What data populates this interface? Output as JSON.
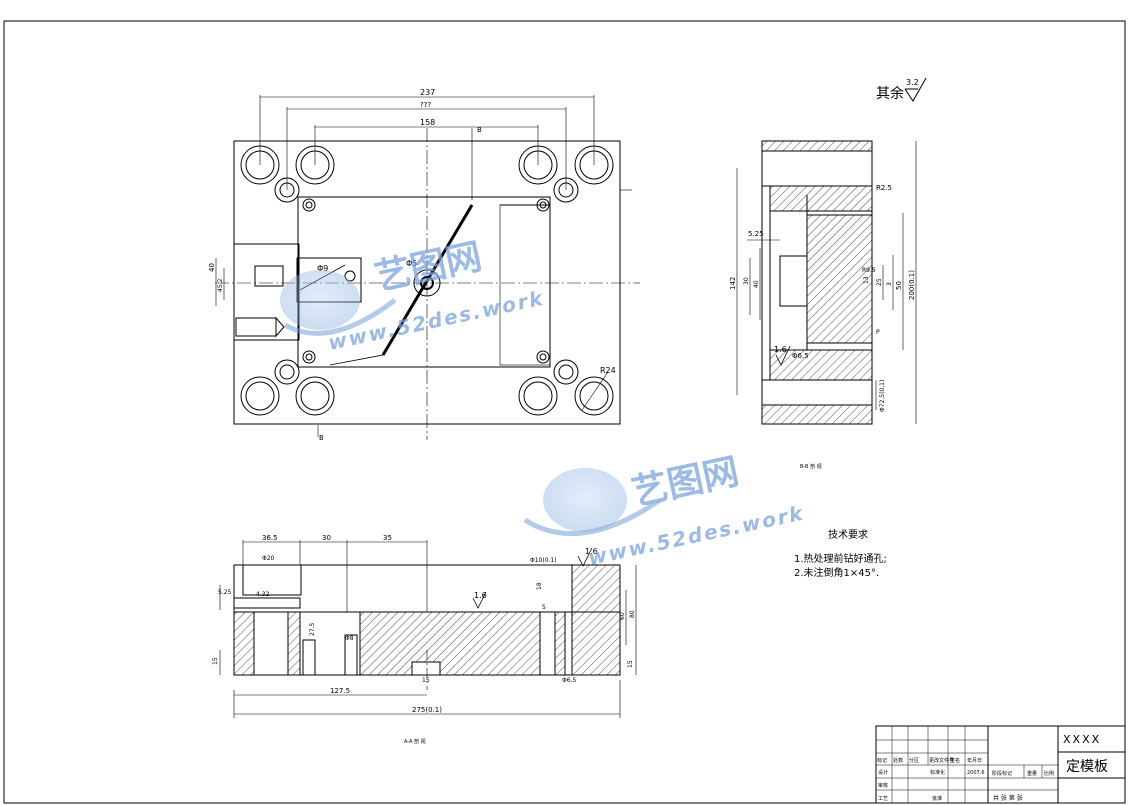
{
  "roughness_note": {
    "prefix": "其余",
    "value": "3.2"
  },
  "top_view": {
    "dims": {
      "overall_width": "237",
      "mid_width": "???",
      "inner_width": "158"
    },
    "callouts": {
      "hole_center": "Φ5",
      "slot": "Φ9",
      "corner_r": "R24"
    },
    "side_marks": {
      "left_a": "40",
      "left_b": "45.2"
    },
    "section_marks": {
      "top": "B",
      "bottom": "B"
    }
  },
  "side_view": {
    "dims": {
      "r": "R2.5",
      "d1": "5.25",
      "h1": "142",
      "h2": "50",
      "h3": "40",
      "h4": "30",
      "h5": "25",
      "h6": "13",
      "h7": "3",
      "d_total": "200(0.1)",
      "bottom": "Φ72.5(0.1)",
      "top_r": "R9.5",
      "p": "P"
    },
    "roughness": {
      "value": "1.6",
      "label": "Φ6.5"
    },
    "caption": "B-B 剖 视"
  },
  "front_section": {
    "dims": {
      "d1": "36.5",
      "d2": "30",
      "d3": "35",
      "d4": "Φ20",
      "d5": "5.25",
      "d6": "4.32",
      "d7": "15",
      "d8": "27.5",
      "d9": "127.5",
      "d10": "Φ8",
      "d11": "15",
      "d12": "Φ6.5",
      "total": "275(0.1)",
      "r1": "Φ10(0.1)",
      "h1": "15",
      "h2": "60",
      "h3": "80",
      "h4": "18",
      "h5": "5"
    },
    "roughness": {
      "a": "1.6",
      "b": "1.6"
    },
    "caption": "A-A 剖 视"
  },
  "tech_requirements": {
    "title": "技术要求",
    "items": [
      "1.热处理前钻好通孔;",
      "2.未注倒角1×45°."
    ]
  },
  "watermark": {
    "brand": "艺图网",
    "url": "www.52des.work"
  },
  "title_block": {
    "code": "XXXX",
    "part_name": "定模板",
    "headers": [
      "标记",
      "处数",
      "分区",
      "更改文件号",
      "签名",
      "年月日"
    ],
    "row_labels": [
      "设计",
      "审核",
      "工艺"
    ],
    "std": "标准化",
    "date": "2007.6",
    "stage_label": "阶段标记",
    "weight_label": "重量",
    "scale_label": "比例",
    "sheets": "共 张 第 张",
    "approve": "批准"
  }
}
